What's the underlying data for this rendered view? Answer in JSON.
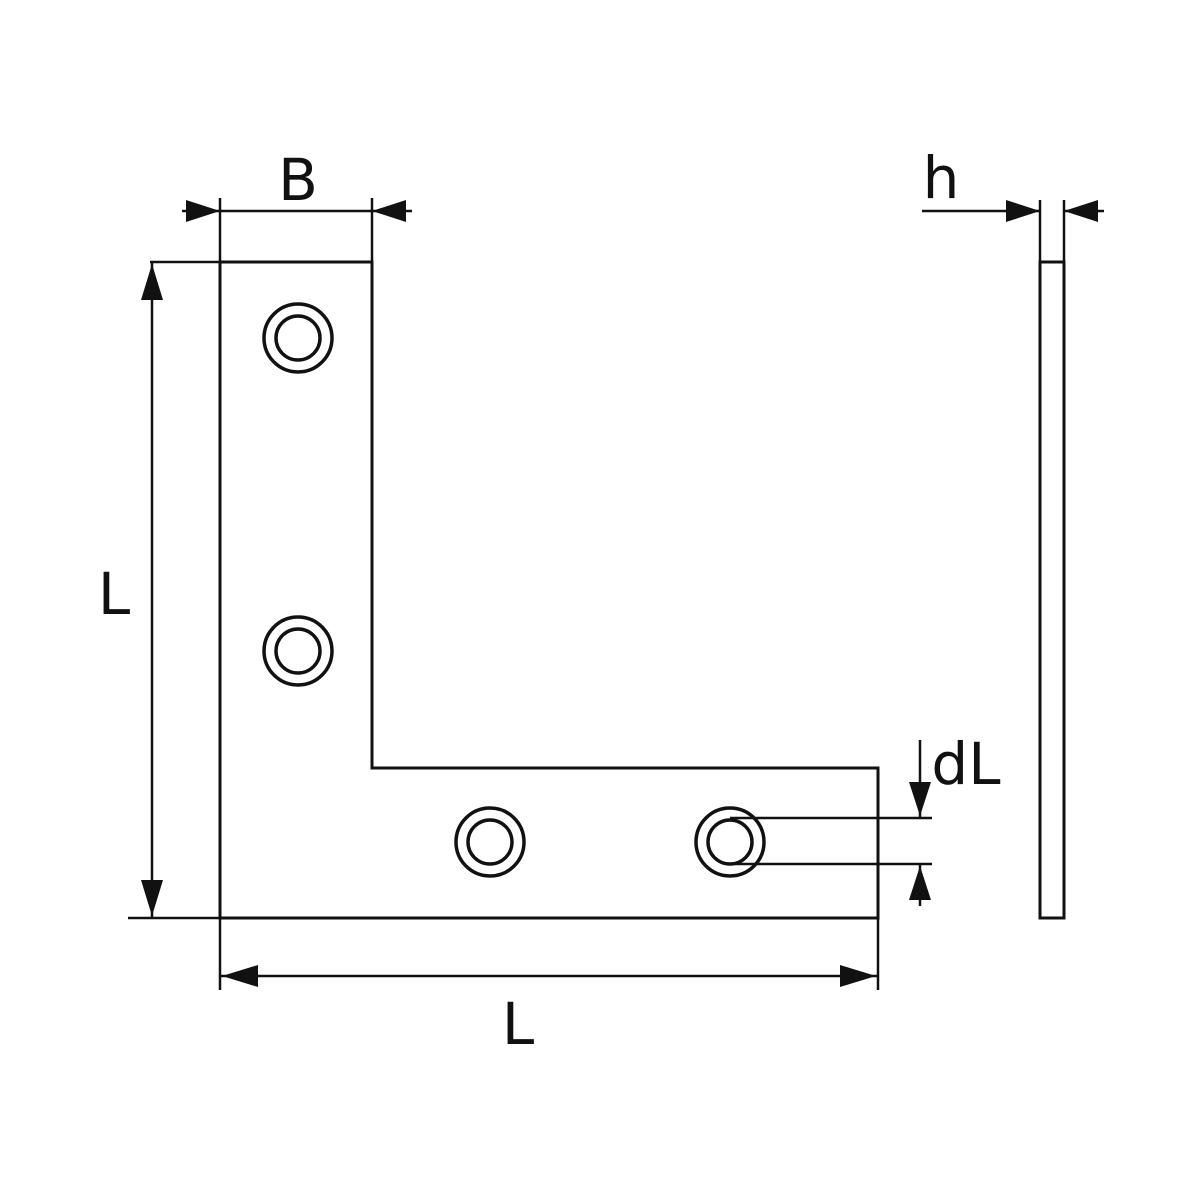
{
  "labels": {
    "width": "B",
    "thickness": "h",
    "length_vertical": "L",
    "length_horizontal": "L",
    "hole_diameter": "dL"
  },
  "holes": [
    {
      "leg": "vertical",
      "position": 1
    },
    {
      "leg": "vertical",
      "position": 2
    },
    {
      "leg": "horizontal",
      "position": 1
    },
    {
      "leg": "horizontal",
      "position": 2
    }
  ],
  "colors": {
    "line": "#111111",
    "background": "#ffffff"
  }
}
